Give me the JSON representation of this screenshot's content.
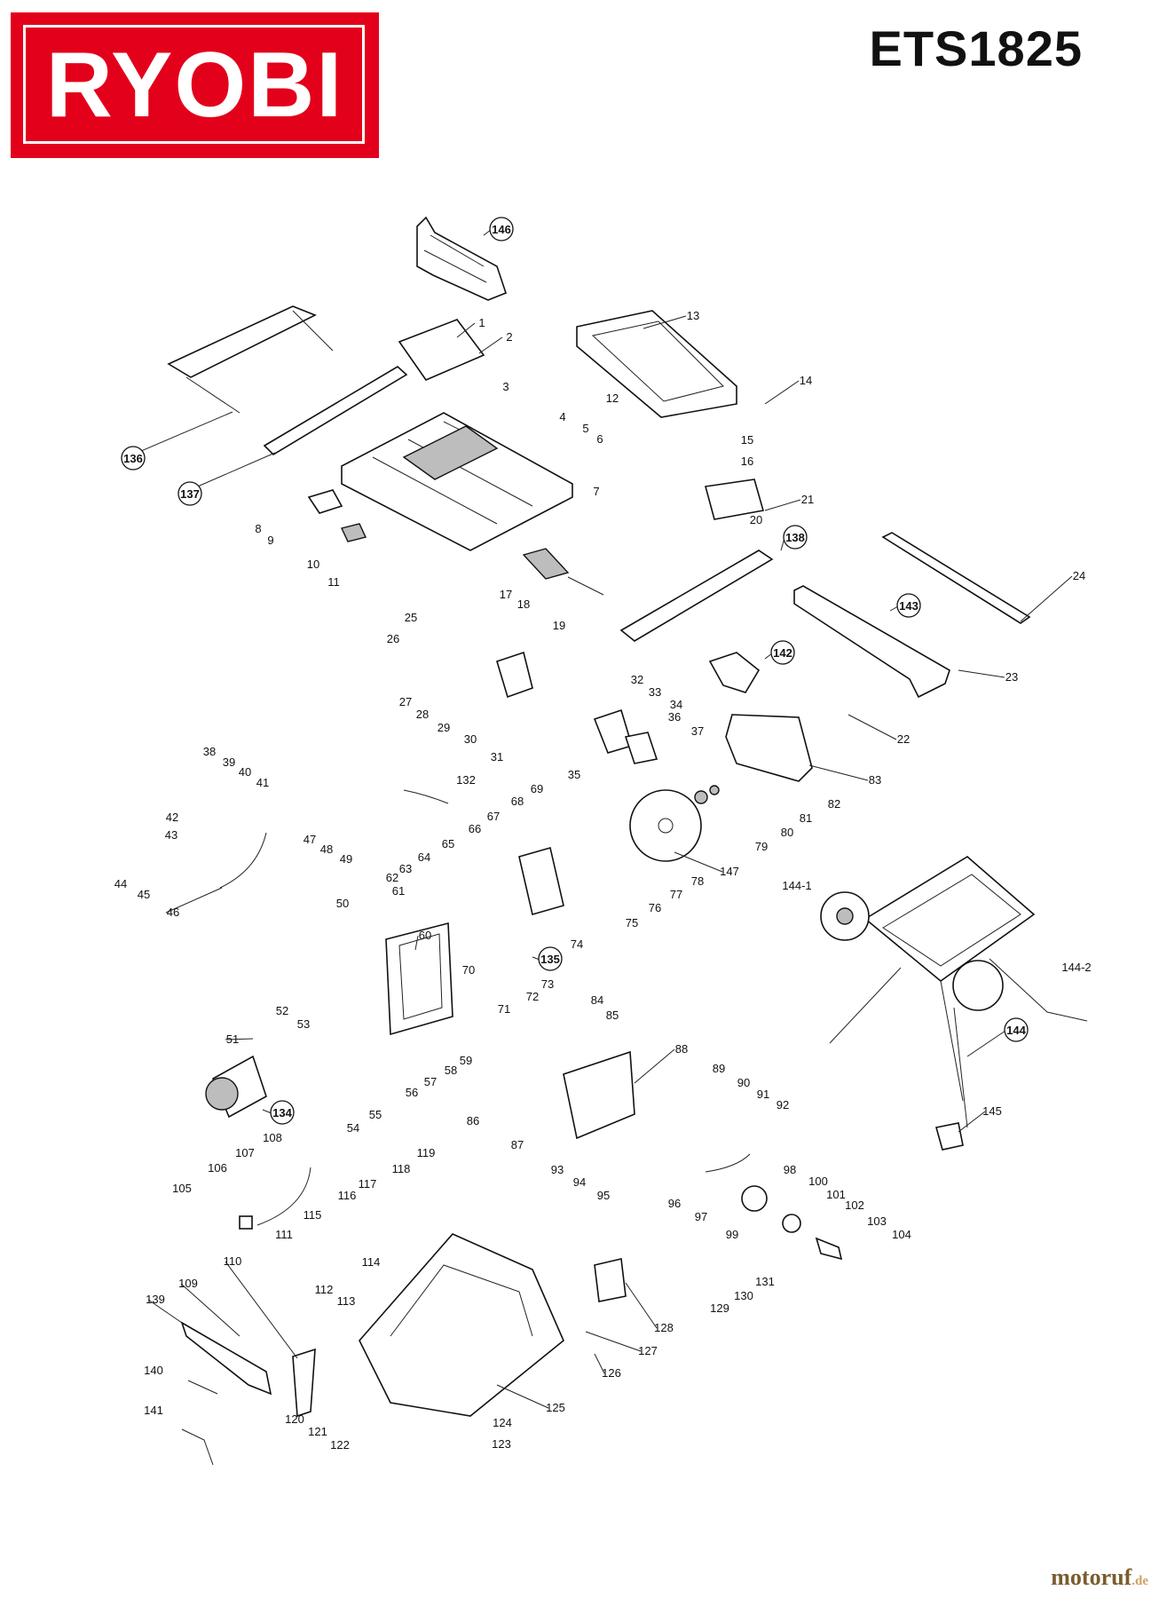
{
  "brand": {
    "name": "RYOBI",
    "color": "#e3001b"
  },
  "model": "ETS1825",
  "watermark": {
    "site": "motoruf",
    "tld": ".de"
  },
  "circled_labels": [
    "146",
    "136",
    "137",
    "138",
    "143",
    "142",
    "135",
    "134",
    "144"
  ],
  "part_labels": [
    "1",
    "2",
    "3",
    "4",
    "5",
    "6",
    "7",
    "8",
    "9",
    "10",
    "11",
    "12",
    "13",
    "14",
    "15",
    "16",
    "17",
    "18",
    "19",
    "20",
    "21",
    "22",
    "23",
    "24",
    "25",
    "26",
    "27",
    "28",
    "29",
    "30",
    "31",
    "32",
    "33",
    "34",
    "35",
    "36",
    "37",
    "38",
    "39",
    "40",
    "41",
    "42",
    "43",
    "44",
    "45",
    "46",
    "47",
    "48",
    "49",
    "50",
    "51",
    "52",
    "53",
    "54",
    "55",
    "56",
    "57",
    "58",
    "59",
    "60",
    "61",
    "62",
    "63",
    "64",
    "65",
    "66",
    "67",
    "68",
    "69",
    "70",
    "71",
    "72",
    "73",
    "74",
    "75",
    "76",
    "77",
    "78",
    "79",
    "80",
    "81",
    "82",
    "83",
    "84",
    "85",
    "86",
    "87",
    "88",
    "89",
    "90",
    "91",
    "92",
    "93",
    "94",
    "95",
    "96",
    "97",
    "98",
    "99",
    "100",
    "101",
    "102",
    "103",
    "104",
    "105",
    "106",
    "107",
    "108",
    "109",
    "110",
    "111",
    "112",
    "113",
    "114",
    "115",
    "116",
    "117",
    "118",
    "119",
    "120",
    "121",
    "122",
    "123",
    "124",
    "125",
    "126",
    "127",
    "128",
    "129",
    "130",
    "131",
    "132",
    "139",
    "140",
    "141",
    "144-1",
    "144-2",
    "145",
    "147"
  ]
}
